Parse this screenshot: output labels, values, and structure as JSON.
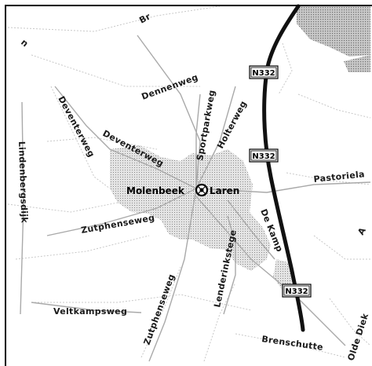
{
  "map": {
    "place_labels": {
      "town": "Laren",
      "molenbeek": "Molenbeek",
      "pastoriela": "Pastoriela",
      "brenschutte": "Brenschutte"
    },
    "street_labels": {
      "br_top": "Br",
      "dennenweg": "Dennenweg",
      "deventerweg_1": "Deventerweg",
      "deventerweg_2": "Deventerweg",
      "sportparkweg": "Sportparkweg",
      "holterweg": "Holterweg",
      "lindenbergsdijk": "Lindenbergsdijk",
      "zutphenseweg_1": "Zutphenseweg",
      "zutphenseweg_2": "Zutphenseweg",
      "de_kamp": "De Kamp",
      "lenderinkstege": "Lenderinkstege",
      "veltkampsweg": "Veltkampsweg",
      "olde_diek": "Olde Diek",
      "fragment_left": "n",
      "fragment_right": "A"
    },
    "route_shields": [
      "N332",
      "N332",
      "N332"
    ],
    "colors": {
      "background": "#ffffff",
      "urban_area": "#cfcfcf",
      "forest_area": "#bdbdbd",
      "main_road": "#111111",
      "minor_road": "#c8c8c8",
      "frame": "#000000"
    }
  }
}
